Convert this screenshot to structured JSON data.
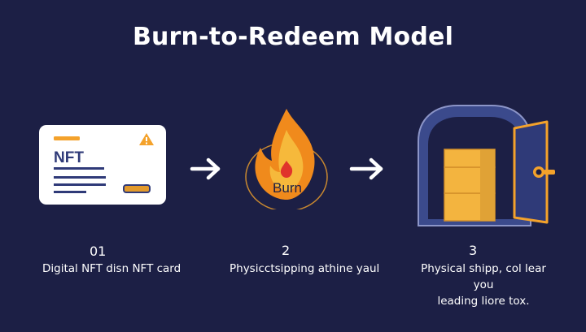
{
  "title": "Burn-to-Redeem Model",
  "colors": {
    "background": "#1c1f45",
    "accent_orange": "#f4a22b",
    "card_navy": "#2f3a78",
    "vault_blue": "#3b4a8c",
    "box_yellow": "#f3b43f"
  },
  "steps": [
    {
      "number": "01",
      "description": "Digital NFT disn NFT card",
      "icon": "nft-card-icon",
      "card_text": "NFT"
    },
    {
      "number": "2",
      "description": "Physicctsipping athine yaul",
      "icon": "burn-flame-icon",
      "flame_label": "Burn"
    },
    {
      "number": "3",
      "description_line1": "Physical shipp, col lear you",
      "description_line2": "leading liore tox.",
      "icon": "vault-icon"
    }
  ],
  "arrows": [
    "arrow-right-icon",
    "arrow-right-icon"
  ]
}
